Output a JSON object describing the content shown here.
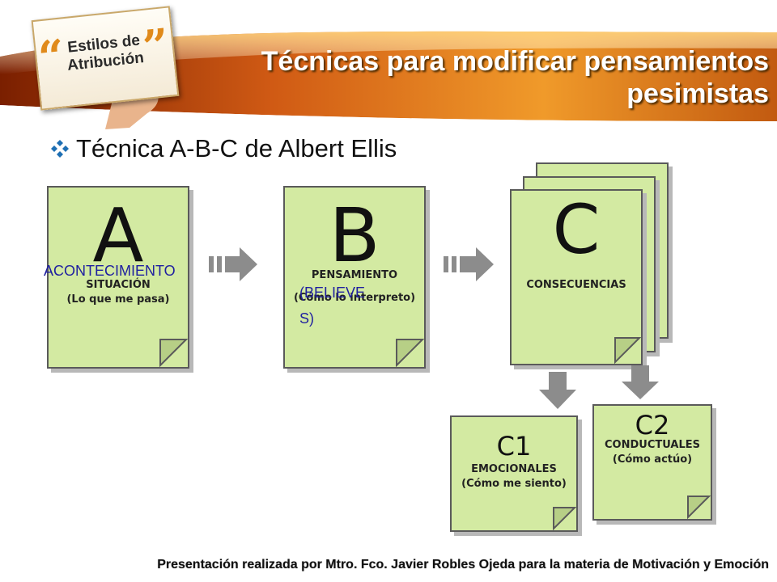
{
  "badge": {
    "text": "Estilos de\nAtribución"
  },
  "title": "Técnicas para modificar pensamientos pesimistas",
  "bullet": "Técnica A-B-C de Albert Ellis",
  "cards": {
    "a": {
      "letter": "A",
      "label": "SITUACIÓN",
      "sub": "(Lo que me pasa)"
    },
    "b": {
      "letter": "B",
      "label": "PENSAMIENTO",
      "sub": "(Cómo lo interpreto)"
    },
    "c": {
      "letter": "C",
      "label": "CONSECUENCIAS"
    },
    "c1": {
      "letter": "C1",
      "label": "EMOCIONALES",
      "sub": "(Cómo me siento)"
    },
    "c2": {
      "letter": "C2",
      "label": "CONDUCTUALES",
      "sub": "(Cómo actúo)"
    }
  },
  "overlays": {
    "acontecimiento": "ACONTECIMIENTO",
    "believe_1": "(BELIEVE",
    "believe_2": "S)"
  },
  "footer": "Presentación realizada por Mtro. Fco. Javier Robles Ojeda para la materia de Motivación y Emoción",
  "colors": {
    "card": "#d3eaa2",
    "arrow": "#8c8c8c",
    "overlay_text": "#1f1fa0",
    "header_accent": "#c0501a"
  }
}
